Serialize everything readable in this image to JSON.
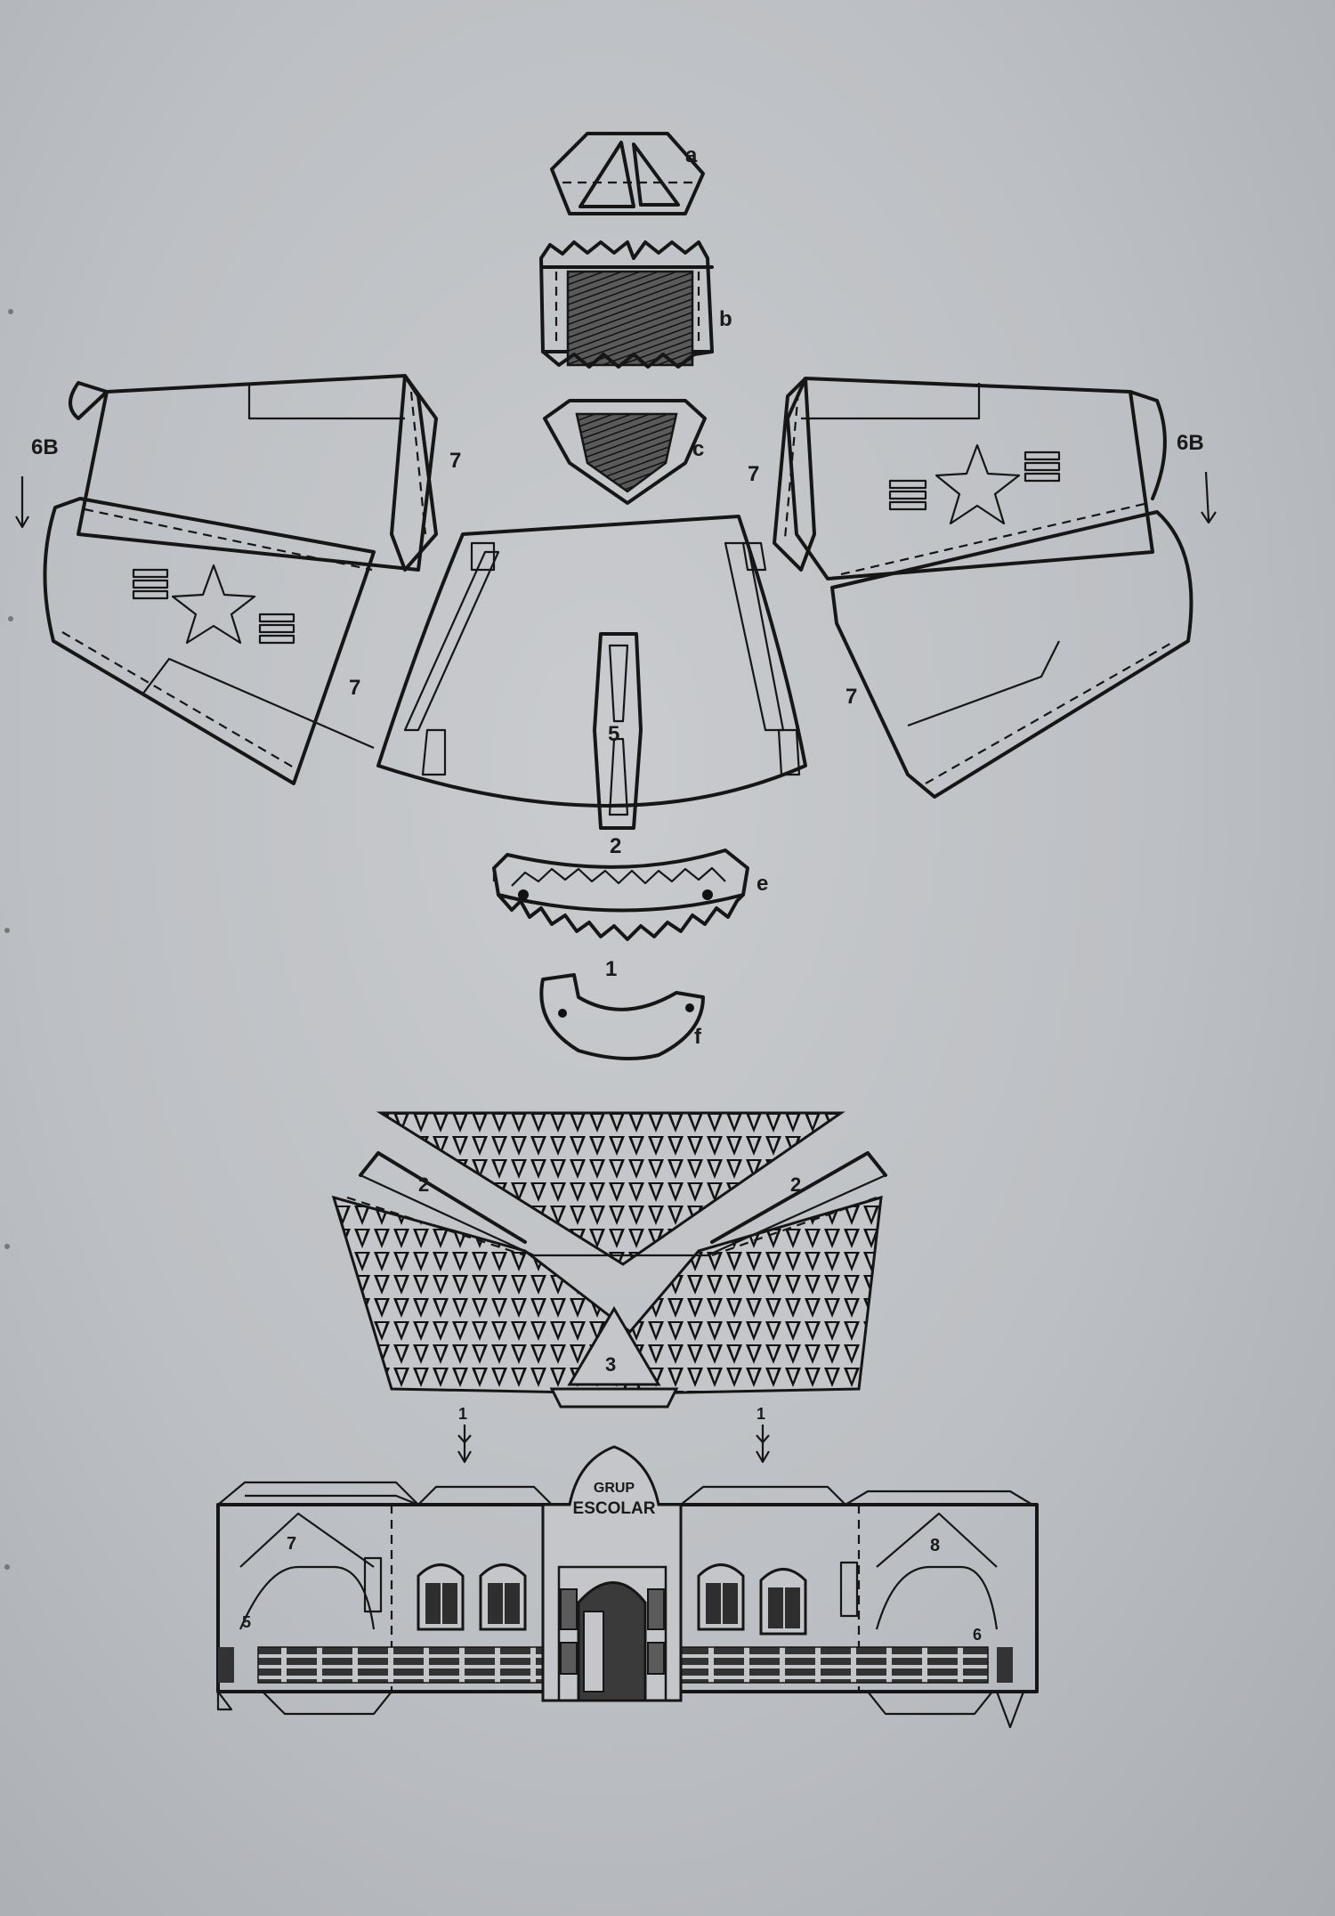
{
  "labels": {
    "a": "a",
    "b": "b",
    "c": "c",
    "e": "e",
    "f": "f",
    "n1_top": "1",
    "n2_body": "2",
    "n5": "5",
    "n6b_left": "6B",
    "n6b_right": "6B",
    "n7_left_upper": "7",
    "n7_left_lower": "7",
    "n7_right_upper": "7",
    "n7_right_lower": "7",
    "roof_2_left": "2",
    "roof_2_right": "2",
    "roof_3": "3",
    "arrow_1_left": "1",
    "arrow_1_right": "1",
    "house_5": "5",
    "house_6": "6",
    "house_7": "7",
    "house_8": "8"
  },
  "sign": {
    "line1": "GRUP",
    "line2": "ESCOLAR"
  },
  "colors": {
    "paper": "#c4c6c9",
    "ink": "#161616"
  }
}
